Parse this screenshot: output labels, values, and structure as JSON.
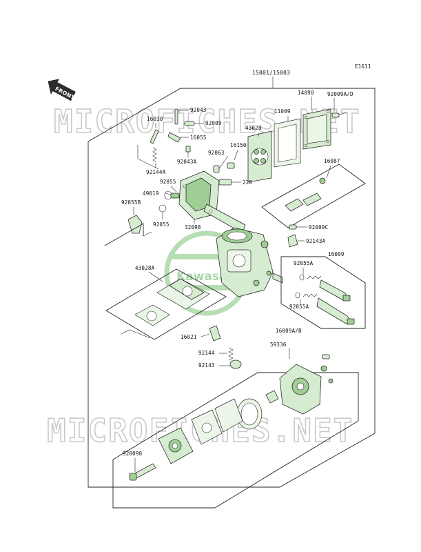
{
  "diagram_code": "E1611",
  "front_label": "FRONT",
  "watermark": "MICROFICHES.NET",
  "logo_text": "Kawasaki",
  "colors": {
    "part_fill": "#d6ecd0",
    "part_dark": "#9fce95",
    "watermark": "#c9c9c9",
    "logo": "#8cc78c"
  },
  "labels": {
    "assembly": "15001/15003",
    "p14090": "14090",
    "p92009a_d": "92009A/D",
    "p11009": "11009",
    "p43028": "43028",
    "p92043": "92043",
    "p16030": "16030",
    "p92009": "92009",
    "p16055": "16055",
    "p92144a": "92144A",
    "p92043a": "92043A",
    "p16150": "16150",
    "p92063": "92063",
    "p16087": "16087",
    "p220": "220",
    "p92055_top": "92055",
    "p49019": "49019",
    "p92055b": "92055B",
    "p92055_mid": "92055",
    "p32098": "32098",
    "p92009c": "92009C",
    "p92143a": "92143A",
    "p43028a": "43028A",
    "p92055a_top": "92055A",
    "p16009": "16009",
    "p92055a_bot": "92055A",
    "p16009ab": "16009A/B",
    "p16021": "16021",
    "p92144": "92144",
    "p92143": "92143",
    "p59336": "59336",
    "p920098": "920098"
  }
}
